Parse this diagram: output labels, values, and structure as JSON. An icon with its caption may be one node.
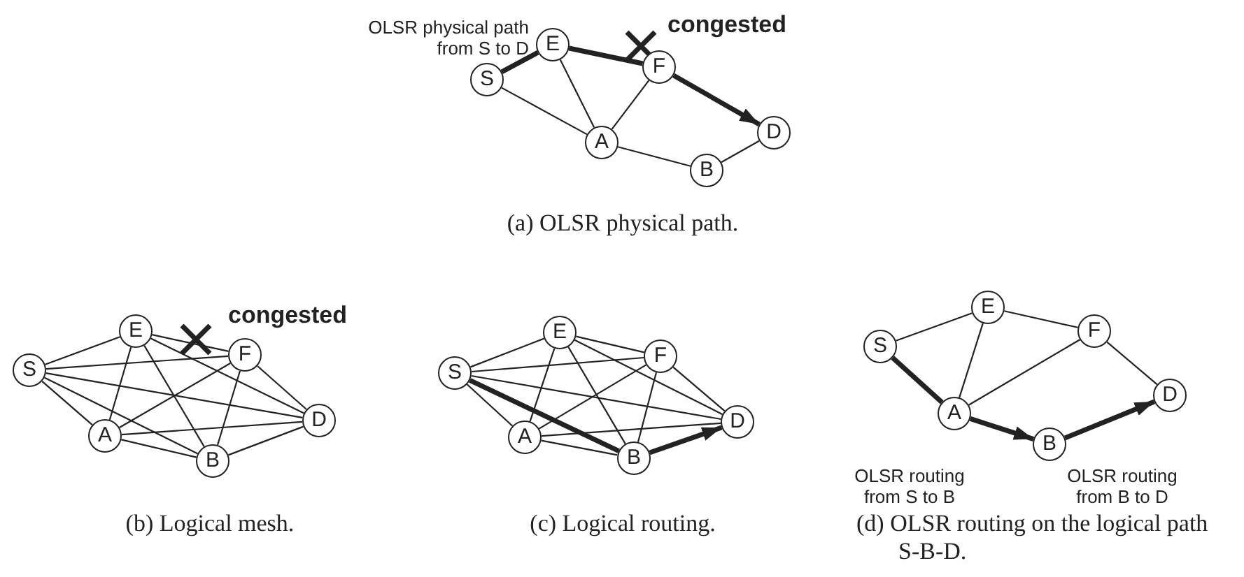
{
  "diagram": {
    "nodes": [
      {
        "text": [
          "S"
        ]
      },
      {
        "text": [
          "E"
        ]
      },
      {
        "text": [
          "F"
        ]
      },
      {
        "text": [
          "A"
        ]
      },
      {
        "text": [
          "B"
        ]
      },
      {
        "text": [
          "D"
        ]
      },
      {
        "text": [
          "S"
        ]
      },
      {
        "text": [
          "E"
        ]
      },
      {
        "text": [
          "F"
        ]
      },
      {
        "text": [
          "A"
        ]
      },
      {
        "text": [
          "B"
        ]
      },
      {
        "text": [
          "D"
        ]
      },
      {
        "text": [
          "S"
        ]
      },
      {
        "text": [
          "E"
        ]
      },
      {
        "text": [
          "F"
        ]
      },
      {
        "text": [
          "A"
        ]
      },
      {
        "text": [
          "B"
        ]
      },
      {
        "text": [
          "D"
        ]
      },
      {
        "text": [
          "S"
        ]
      },
      {
        "text": [
          "E"
        ]
      },
      {
        "text": [
          "F"
        ]
      },
      {
        "text": [
          "A"
        ]
      },
      {
        "text": [
          "B"
        ]
      },
      {
        "text": [
          "D"
        ]
      }
    ],
    "edges": [
      {
        "from": 0,
        "to": 1,
        "arrow": "none",
        "style": "thick"
      },
      {
        "from": 1,
        "to": 2,
        "arrow": "none",
        "style": "thick"
      },
      {
        "from": 2,
        "to": 5,
        "arrow": "to",
        "style": "thick"
      },
      {
        "from": 0,
        "to": 3,
        "arrow": "none"
      },
      {
        "from": 1,
        "to": 3,
        "arrow": "none"
      },
      {
        "from": 3,
        "to": 2,
        "arrow": "none"
      },
      {
        "from": 3,
        "to": 4,
        "arrow": "none"
      },
      {
        "from": 4,
        "to": 5,
        "arrow": "none"
      },
      {
        "from": 6,
        "to": 7,
        "arrow": "none"
      },
      {
        "from": 6,
        "to": 8,
        "arrow": "none"
      },
      {
        "from": 6,
        "to": 9,
        "arrow": "none"
      },
      {
        "from": 6,
        "to": 10,
        "arrow": "none"
      },
      {
        "from": 6,
        "to": 11,
        "arrow": "none"
      },
      {
        "from": 7,
        "to": 8,
        "arrow": "none"
      },
      {
        "from": 7,
        "to": 9,
        "arrow": "none"
      },
      {
        "from": 7,
        "to": 10,
        "arrow": "none"
      },
      {
        "from": 7,
        "to": 11,
        "arrow": "none"
      },
      {
        "from": 8,
        "to": 9,
        "arrow": "none"
      },
      {
        "from": 8,
        "to": 10,
        "arrow": "none"
      },
      {
        "from": 8,
        "to": 11,
        "arrow": "none"
      },
      {
        "from": 9,
        "to": 10,
        "arrow": "none"
      },
      {
        "from": 9,
        "to": 11,
        "arrow": "none"
      },
      {
        "from": 10,
        "to": 11,
        "arrow": "none"
      },
      {
        "from": 12,
        "to": 13,
        "arrow": "none"
      },
      {
        "from": 12,
        "to": 14,
        "arrow": "none"
      },
      {
        "from": 12,
        "to": 15,
        "arrow": "none"
      },
      {
        "from": 12,
        "to": 16,
        "arrow": "none",
        "style": "thick"
      },
      {
        "from": 12,
        "to": 17,
        "arrow": "none"
      },
      {
        "from": 13,
        "to": 14,
        "arrow": "none"
      },
      {
        "from": 13,
        "to": 15,
        "arrow": "none"
      },
      {
        "from": 13,
        "to": 16,
        "arrow": "none"
      },
      {
        "from": 13,
        "to": 17,
        "arrow": "none"
      },
      {
        "from": 14,
        "to": 15,
        "arrow": "none"
      },
      {
        "from": 14,
        "to": 16,
        "arrow": "none"
      },
      {
        "from": 14,
        "to": 17,
        "arrow": "none"
      },
      {
        "from": 15,
        "to": 16,
        "arrow": "none"
      },
      {
        "from": 15,
        "to": 17,
        "arrow": "none"
      },
      {
        "from": 16,
        "to": 17,
        "arrow": "to",
        "style": "thick"
      },
      {
        "from": 18,
        "to": 19,
        "arrow": "none"
      },
      {
        "from": 18,
        "to": 21,
        "arrow": "none",
        "style": "thick"
      },
      {
        "from": 19,
        "to": 20,
        "arrow": "none"
      },
      {
        "from": 19,
        "to": 21,
        "arrow": "none"
      },
      {
        "from": 21,
        "to": 20,
        "arrow": "none"
      },
      {
        "from": 20,
        "to": 23,
        "arrow": "none"
      },
      {
        "from": 21,
        "to": 22,
        "arrow": "to",
        "style": "thick"
      },
      {
        "from": 22,
        "to": 23,
        "arrow": "to",
        "style": "thick"
      }
    ],
    "labels": [
      "OLSR physical path from S to D",
      "congested",
      "(a) OLSR physical path.",
      "congested",
      "(b) Logical mesh.",
      "(c) Logical routing.",
      "OLSR routing from S to B",
      "OLSR routing from B to D",
      "(d) OLSR routing on the logical path S-B-D."
    ]
  }
}
